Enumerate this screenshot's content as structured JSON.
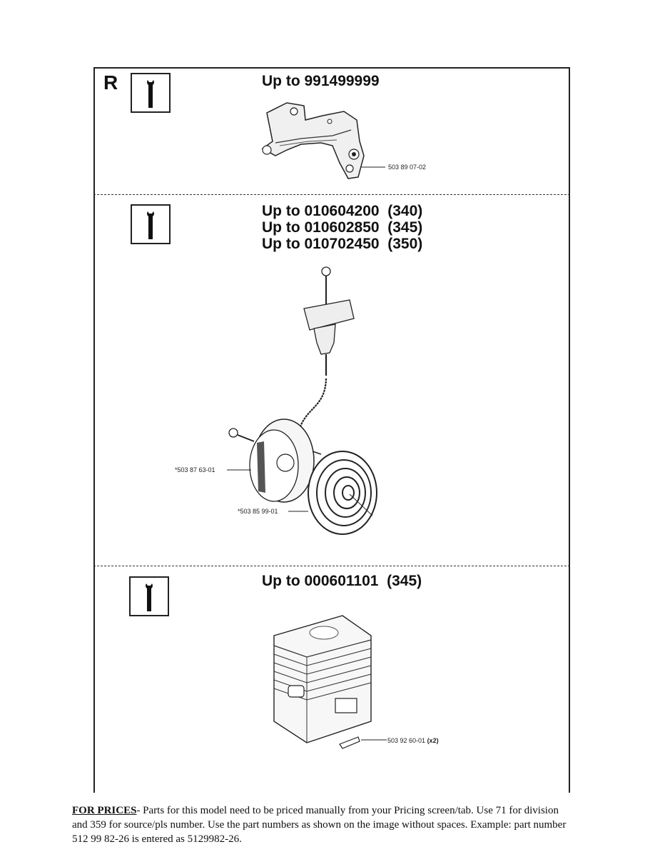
{
  "sections": [
    {
      "marker": "R",
      "headings": [
        "Up to 991499999"
      ],
      "parts": [
        {
          "number": "503 89 07-02",
          "qty": ""
        }
      ]
    },
    {
      "marker": "",
      "headings": [
        "Up to 010604200  (340)",
        "Up to 010602850  (345)",
        "Up to 010702450  (350)"
      ],
      "parts": [
        {
          "number": "*503 87 63-01",
          "qty": ""
        },
        {
          "number": "*503 85 99-01",
          "qty": ""
        }
      ]
    },
    {
      "marker": "",
      "headings": [
        "Up to 000601101  (345)"
      ],
      "parts": [
        {
          "number": "503 92 60-01",
          "qty": "(x2)"
        }
      ]
    }
  ],
  "footer": {
    "label": "FOR PRICES",
    "text": "- Parts for this model need to be priced manually from your Pricing screen/tab. Use 71 for division and 359 for source/pls number.  Use the part numbers as shown on the image without spaces.  Example: part number 512 99 82-26 is entered as 5129982-26."
  },
  "icons": [
    "info-wrench-icon",
    "info-wrench-icon",
    "info-wrench-icon"
  ]
}
